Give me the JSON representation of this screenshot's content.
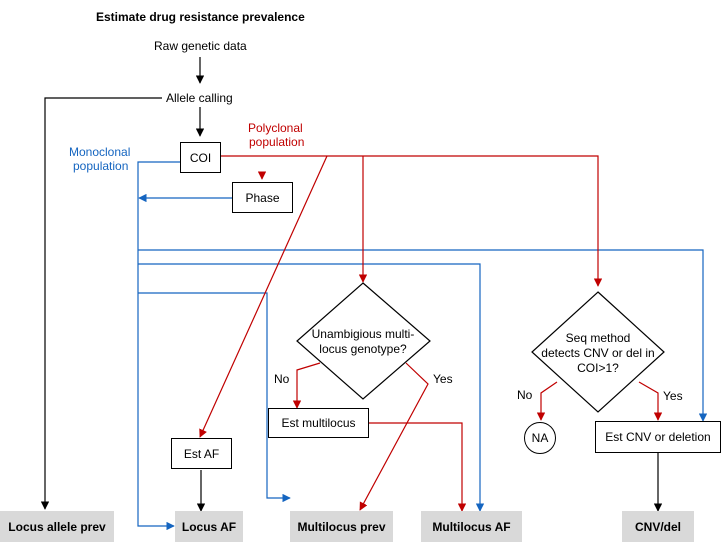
{
  "title": "Estimate drug resistance prevalence",
  "nodes": {
    "raw": "Raw genetic data",
    "allele_calling": "Allele calling",
    "coi": "COI",
    "phase": "Phase",
    "unambiguous_l1": "Unambigious multi-",
    "unambiguous_l2": "locus genotype?",
    "seq_l1": "Seq method",
    "seq_l2": "detects CNV or del in",
    "seq_l3": "COI>1?",
    "est_af": "Est AF",
    "est_multilocus": "Est multilocus",
    "est_cnv": "Est CNV or deletion",
    "na": "NA"
  },
  "labels": {
    "monoclonal_l1": "Monoclonal",
    "monoclonal_l2": "population",
    "polyclonal_l1": "Polyclonal",
    "polyclonal_l2": "population",
    "no_left": "No",
    "yes_left": "Yes",
    "no_right": "No",
    "yes_right": "Yes"
  },
  "outputs": {
    "locus_allele_prev": "Locus allele prev",
    "locus_af": "Locus AF",
    "multilocus_prev": "Multilocus prev",
    "multilocus_af": "Multilocus AF",
    "cnv_del": "CNV/del"
  },
  "colors": {
    "black": "#000000",
    "blue": "#1565c0",
    "red": "#c00000",
    "output_fill": "#d9d9d9"
  }
}
